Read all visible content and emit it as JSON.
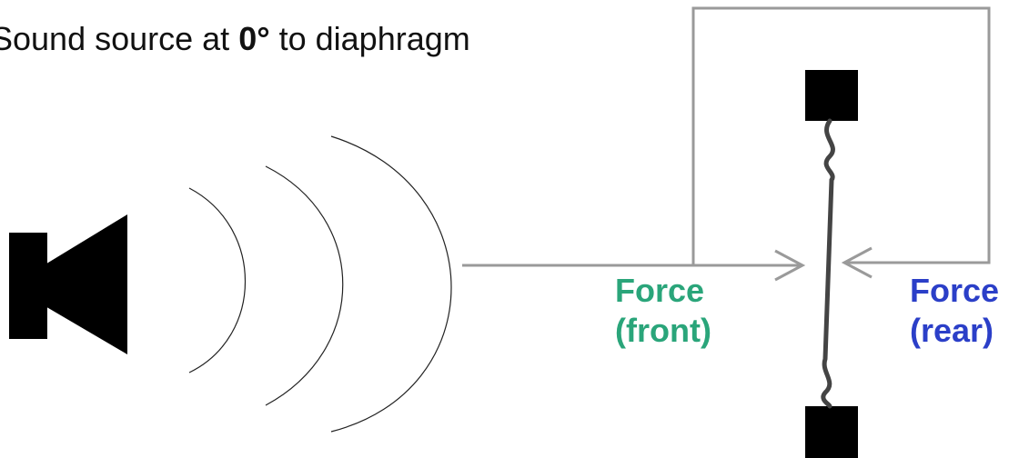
{
  "title": {
    "prefix": "Sound source at ",
    "angle": "0°",
    "suffix": " to diaphragm"
  },
  "labels": {
    "front": {
      "line1": "Force",
      "line2": "(front)",
      "color": "#2aa57a"
    },
    "rear": {
      "line1": "Force",
      "line2": "(rear)",
      "color": "#2b3fc8"
    }
  },
  "icons": {
    "source": "speaker-icon",
    "waves": "sound-wave-arcs"
  },
  "colors": {
    "path_line": "#9a9a9a",
    "diaphragm": "#444444",
    "solid": "#000000"
  }
}
